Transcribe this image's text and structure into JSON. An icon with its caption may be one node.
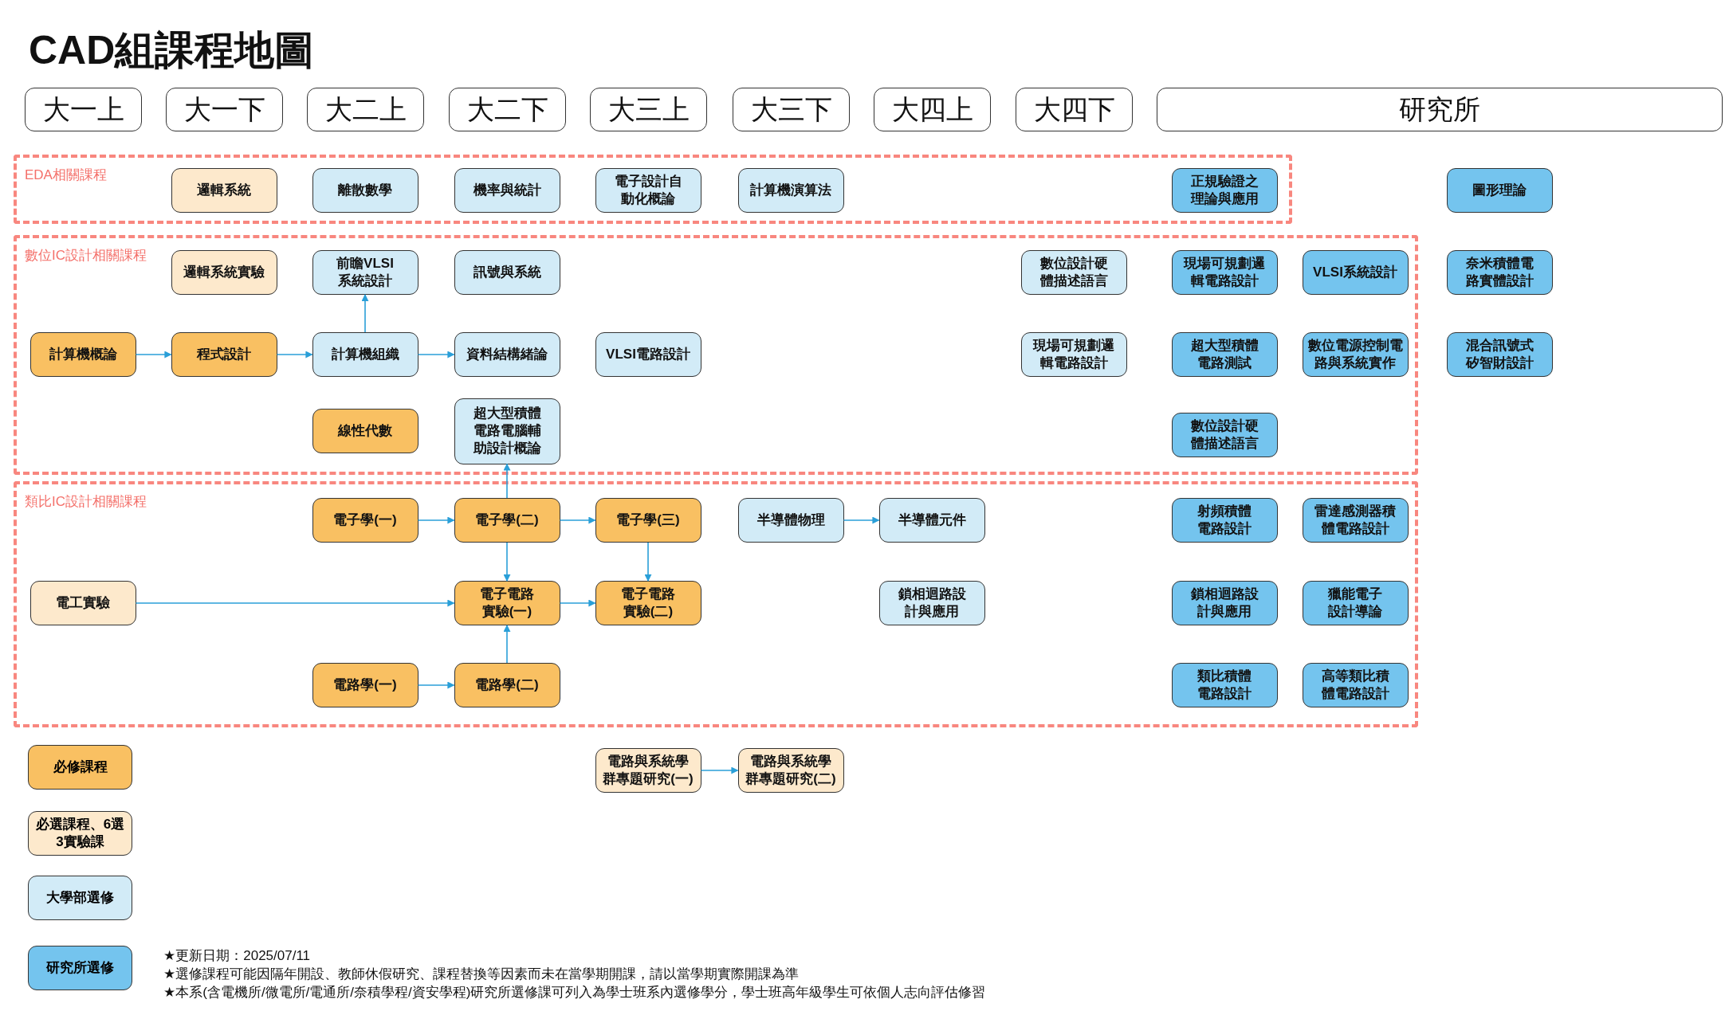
{
  "diagram": {
    "title": "CAD組課程地圖",
    "nodes": [
      {
        "text": [
          "大一上"
        ]
      },
      {
        "text": [
          "大一下"
        ]
      },
      {
        "text": [
          "大二上"
        ]
      },
      {
        "text": [
          "大二下"
        ]
      },
      {
        "text": [
          "大三上"
        ]
      },
      {
        "text": [
          "大三下"
        ]
      },
      {
        "text": [
          "大四上"
        ]
      },
      {
        "text": [
          "大四下"
        ]
      },
      {
        "text": [
          "研究所"
        ]
      },
      {
        "text": [
          "EDA相關課程"
        ]
      },
      {
        "text": [
          "邏輯系統"
        ],
        "in": 9
      },
      {
        "text": [
          "離散數學"
        ],
        "in": 9
      },
      {
        "text": [
          "機率與統計"
        ],
        "in": 9
      },
      {
        "text": [
          "電子設計自動化概論"
        ],
        "in": 9
      },
      {
        "text": [
          "計算機演算法"
        ],
        "in": 9
      },
      {
        "text": [
          "正規驗證之理論與應用"
        ],
        "in": 9
      },
      {
        "text": [
          "圖形理論"
        ]
      },
      {
        "text": [
          "數位IC設計相關課程"
        ]
      },
      {
        "text": [
          "邏輯系統實驗"
        ],
        "in": 17
      },
      {
        "text": [
          "前瞻VLSI系統設計"
        ],
        "in": 17
      },
      {
        "text": [
          "訊號與系統"
        ],
        "in": 17
      },
      {
        "text": [
          "數位設計硬體描述語言"
        ],
        "in": 17
      },
      {
        "text": [
          "現場可規劃邏輯電路設計"
        ],
        "in": 17
      },
      {
        "text": [
          "VLSI系統設計"
        ],
        "in": 17
      },
      {
        "text": [
          "奈米積體電路實體設計"
        ]
      },
      {
        "text": [
          "計算機概論"
        ],
        "in": 17
      },
      {
        "text": [
          "程式設計"
        ],
        "in": 17
      },
      {
        "text": [
          "計算機組織"
        ],
        "in": 17
      },
      {
        "text": [
          "資料結構緒論"
        ],
        "in": 17
      },
      {
        "text": [
          "VLSI電路設計"
        ],
        "in": 17
      },
      {
        "text": [
          "現場可規劃邏輯電路設計"
        ],
        "in": 17
      },
      {
        "text": [
          "超大型積體電路測試"
        ],
        "in": 17
      },
      {
        "text": [
          "數位電源控制電路與系統實作"
        ],
        "in": 17
      },
      {
        "text": [
          "混合訊號式矽智財設計"
        ]
      },
      {
        "text": [
          "線性代數"
        ],
        "in": 17
      },
      {
        "text": [
          "超大型積體電路電腦輔助設計概論"
        ],
        "in": 17
      },
      {
        "text": [
          "數位設計硬體描述語言"
        ],
        "in": 17
      },
      {
        "text": [
          "類比IC設計相關課程"
        ]
      },
      {
        "text": [
          "電子學(一)"
        ],
        "in": 37
      },
      {
        "text": [
          "電子學(二)"
        ],
        "in": 37
      },
      {
        "text": [
          "電子學(三)"
        ],
        "in": 37
      },
      {
        "text": [
          "半導體物理"
        ],
        "in": 37
      },
      {
        "text": [
          "半導體元件"
        ],
        "in": 37
      },
      {
        "text": [
          "射頻積體電路設計"
        ],
        "in": 37
      },
      {
        "text": [
          "雷達感測器積體電路設計"
        ],
        "in": 37
      },
      {
        "text": [
          "電工實驗"
        ],
        "in": 37
      },
      {
        "text": [
          "電子電路實驗(一)"
        ],
        "in": 37
      },
      {
        "text": [
          "電子電路實驗(二)"
        ],
        "in": 37
      },
      {
        "text": [
          "鎖相迴路設計與應用"
        ],
        "in": 37
      },
      {
        "text": [
          "鎖相迴路設計與應用"
        ],
        "in": 37
      },
      {
        "text": [
          "獵能電子設計導論"
        ],
        "in": 37
      },
      {
        "text": [
          "電路學(一)"
        ],
        "in": 37
      },
      {
        "text": [
          "電路學(二)"
        ],
        "in": 37
      },
      {
        "text": [
          "類比積體電路設計"
        ],
        "in": 37
      },
      {
        "text": [
          "高等類比積體電路設計"
        ],
        "in": 37
      },
      {
        "text": [
          "電路與系統學群專題研究(一)"
        ]
      },
      {
        "text": [
          "電路與系統學群專題研究(二)"
        ]
      }
    ],
    "edges": [
      {
        "from": 25,
        "to": 26,
        "arrow": "to"
      },
      {
        "from": 26,
        "to": 27,
        "arrow": "to"
      },
      {
        "from": 27,
        "to": 28,
        "arrow": "to"
      },
      {
        "from": 27,
        "to": 19,
        "arrow": "to"
      },
      {
        "from": 39,
        "to": 35,
        "arrow": "to"
      },
      {
        "from": 38,
        "to": 39,
        "arrow": "to"
      },
      {
        "from": 39,
        "to": 40,
        "arrow": "to"
      },
      {
        "from": 41,
        "to": 42,
        "arrow": "to"
      },
      {
        "from": 39,
        "to": 46,
        "arrow": "to"
      },
      {
        "from": 40,
        "to": 47,
        "arrow": "to"
      },
      {
        "from": 45,
        "to": 46,
        "arrow": "to"
      },
      {
        "from": 46,
        "to": 47,
        "arrow": "to"
      },
      {
        "from": 51,
        "to": 52,
        "arrow": "to"
      },
      {
        "from": 52,
        "to": 46,
        "arrow": "to"
      },
      {
        "from": 55,
        "to": 56,
        "arrow": "to"
      }
    ],
    "labels": [
      "★更新日期：2025/07/11",
      "★選修課程可能因隔年開設、教師休假研究、課程替換等因素而未在當學期開課，請以當學期實際開課為準",
      "★本系(含電機所/微電所/電通所/奈積學程/資安學程)研究所選修課可列入為學士班系內選修學分，學士班高年級學生可依個人志向評估修習"
    ],
    "legend": [
      {
        "text": "必修課程",
        "color": "#f9c062"
      },
      {
        "text": "必選課程、6選3實驗課",
        "color": "#fde9cc"
      },
      {
        "text": "大學部選修",
        "color": "#d2ebf7"
      },
      {
        "text": "研究所選修",
        "color": "#74c4ee"
      }
    ]
  }
}
